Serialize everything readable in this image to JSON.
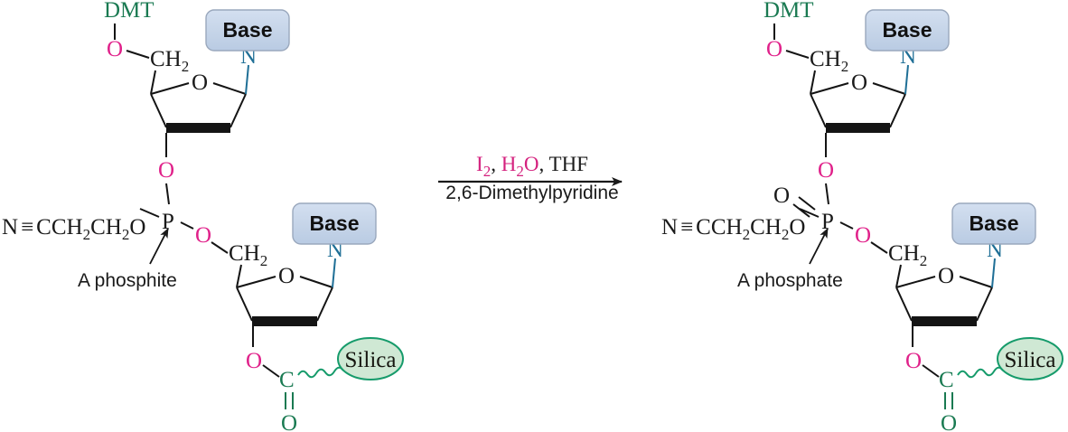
{
  "figure": {
    "background": "#ffffff",
    "type": "chemical-reaction-scheme",
    "description": "Oxidation step of automated DNA synthesis converting a phosphite triester to a phosphate triester"
  },
  "colors": {
    "oxygen_magenta": "#e0218a",
    "nitrogen_teal": "#1f6f96",
    "dmt_green": "#1a7a52",
    "silica_green": "#169b6b",
    "silica_fill": "#cfe8d4",
    "base_fill": "#c5d4e8",
    "base_border": "#9aa8bd",
    "bond_black": "#141414",
    "text_black": "#1a1a1a",
    "reagent_magenta": "#d4217e"
  },
  "reaction": {
    "arrow_name": "reaction-arrow",
    "above": {
      "segments": [
        {
          "text": "I",
          "color": "#d4217e"
        },
        {
          "text": "2",
          "color": "#d4217e",
          "sub": true
        },
        {
          "text": ", ",
          "color": "#1a1a1a"
        },
        {
          "text": "H",
          "color": "#d4217e"
        },
        {
          "text": "2",
          "color": "#d4217e",
          "sub": true
        },
        {
          "text": "O",
          "color": "#d4217e"
        },
        {
          "text": ", THF",
          "color": "#1a1a1a"
        }
      ],
      "plain": "I2, H2O, THF"
    },
    "below": "2,6-Dimethylpyridine"
  },
  "reactant": {
    "name": "phosphite-triester",
    "callout_label": "A phosphite",
    "dmt_label": "DMT",
    "base_label_top": "Base",
    "base_label_bottom": "Base",
    "ring_oxygen": "O",
    "nitrogen": "N",
    "ch2_top": "CH",
    "ch2_top_sub": "2",
    "ch2_bottom": "CH",
    "ch2_bottom_sub": "2",
    "o_dmt": "O",
    "o_three_prime": "O",
    "phosphorus": "P",
    "o_ester_right": "O",
    "cyanoethyl": {
      "n": "N",
      "triple_bond": "≡",
      "chain": "CCH",
      "sub1": "2",
      "chain2": "CH",
      "sub2": "2",
      "terminal_o": "O"
    },
    "linker": {
      "o_five_prime": "O",
      "carbonyl_c": "C",
      "carbonyl_o": "O",
      "support_label": "Silica"
    }
  },
  "product": {
    "name": "phosphate-triester",
    "callout_label": "A phosphate",
    "dmt_label": "DMT",
    "base_label_top": "Base",
    "base_label_bottom": "Base",
    "ring_oxygen": "O",
    "nitrogen": "N",
    "ch2_top": "CH",
    "ch2_top_sub": "2",
    "ch2_bottom": "CH",
    "ch2_bottom_sub": "2",
    "o_dmt": "O",
    "o_three_prime": "O",
    "phosphorus": "P",
    "phosphoryl_o": "O",
    "o_ester_right": "O",
    "cyanoethyl": {
      "n": "N",
      "triple_bond": "≡",
      "chain": "CCH",
      "sub1": "2",
      "chain2": "CH",
      "sub2": "2",
      "terminal_o": "O"
    },
    "linker": {
      "o_five_prime": "O",
      "carbonyl_c": "C",
      "carbonyl_o": "O",
      "support_label": "Silica"
    }
  }
}
